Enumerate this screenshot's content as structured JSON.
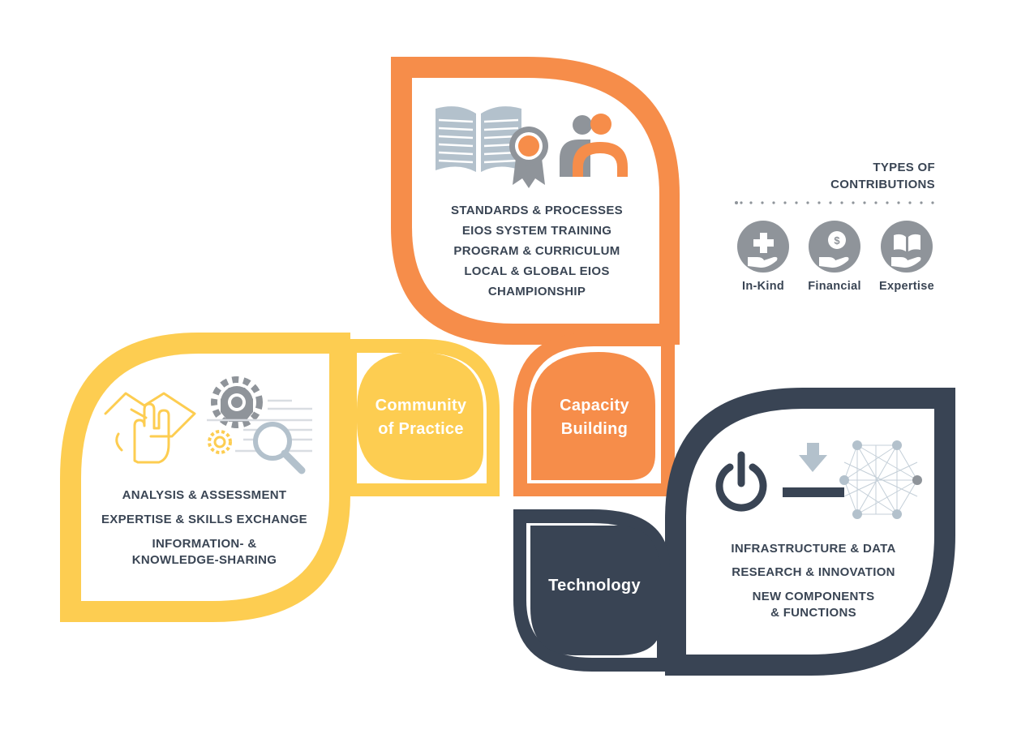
{
  "colors": {
    "orange": "#f68d4a",
    "yellow": "#fdcd51",
    "navy": "#394454",
    "gray": "#8f949a",
    "light_gray": "#b3c1cc",
    "text": "#3a4554"
  },
  "segments": {
    "capacity_building": {
      "label_lines": [
        "Capacity",
        "Building"
      ],
      "items": [
        "STANDARDS & PROCESSES",
        "EIOS SYSTEM TRAINING",
        "PROGRAM & CURRICULUM",
        "LOCAL & GLOBAL EIOS",
        "CHAMPIONSHIP"
      ],
      "icons": [
        "open-book-icon",
        "award-ribbon-icon",
        "people-icon"
      ]
    },
    "community_of_practice": {
      "label_lines": [
        "Community",
        "of Practice"
      ],
      "items": [
        "ANALYSIS & ASSESSMENT",
        "EXPERTISE & SKILLS EXCHANGE",
        "INFORMATION- &",
        "KNOWLEDGE-SHARING"
      ],
      "icons": [
        "hands-collaboration-icon",
        "gears-icon",
        "magnifier-icon"
      ]
    },
    "technology": {
      "label": "Technology",
      "items": [
        "INFRASTRUCTURE & DATA",
        "RESEARCH & INNOVATION",
        "NEW COMPONENTS",
        "& FUNCTIONS"
      ],
      "icons": [
        "power-icon",
        "download-icon",
        "network-icon"
      ]
    }
  },
  "legend": {
    "title_lines": [
      "TYPES OF",
      "CONTRIBUTIONS"
    ],
    "items": [
      {
        "label": "In-Kind",
        "icon": "hand-plus-icon"
      },
      {
        "label": "Financial",
        "icon": "hand-coin-icon"
      },
      {
        "label": "Expertise",
        "icon": "hand-book-icon"
      }
    ]
  }
}
